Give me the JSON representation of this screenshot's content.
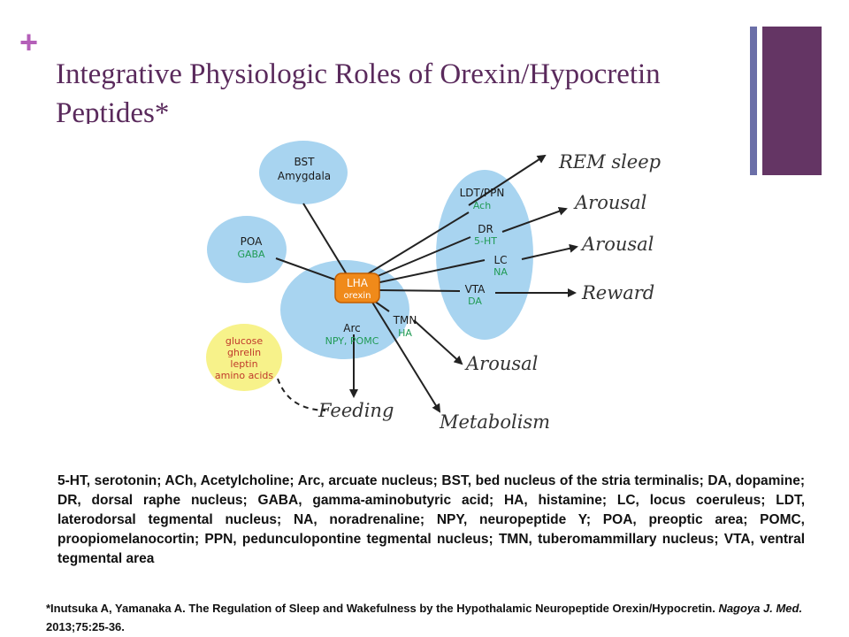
{
  "slide": {
    "plus_symbol": "+",
    "title": "Integrative Physiologic Roles of Orexin/Hypocretin Peptides*"
  },
  "diagram": {
    "center": {
      "name": "LHA",
      "sub": "orexin"
    },
    "bst": {
      "line1": "BST",
      "line2": "Amygdala"
    },
    "poa": {
      "name": "POA",
      "sub": "GABA"
    },
    "arc": {
      "name": "Arc",
      "sub": "NPY, POMC"
    },
    "tmn": {
      "name": "TMN",
      "sub": "HA"
    },
    "ldt": {
      "name": "LDT/PPN",
      "sub": "Ach"
    },
    "dr": {
      "name": "DR",
      "sub": "5-HT"
    },
    "lc": {
      "name": "LC",
      "sub": "NA"
    },
    "vta": {
      "name": "VTA",
      "sub": "DA"
    },
    "signals": [
      "glucose",
      "ghrelin",
      "leptin",
      "amino acids"
    ],
    "outcomes": {
      "rem": "REM sleep",
      "arousal_dr": "Arousal",
      "arousal_lc": "Arousal",
      "reward": "Reward",
      "arousal_tmn": "Arousal",
      "metabolism": "Metabolism",
      "feeding": "Feeding"
    }
  },
  "abbreviations": "5-HT, serotonin; ACh, Acetylcholine; Arc, arcuate nucleus; BST, bed nucleus of the stria terminalis; DA, dopamine; DR, dorsal raphe nucleus; GABA, gamma-aminobutyric acid; HA, histamine; LC, locus coeruleus; LDT, laterodorsal tegmental nucleus; NA, noradrenaline; NPY, neuropeptide Y; POA, preoptic area; POMC, proopiomelanocortin; PPN, pedunculopontine tegmental nucleus; TMN, tuberomammillary nucleus; VTA, ventral tegmental area",
  "citation": {
    "prefix": "*Inutsuka A, Yamanaka A. The Regulation of Sleep and Wakefulness by the Hypothalamic Neuropeptide Orexin/Hypocretin. ",
    "journal": "Nagoya J. Med.",
    "suffix": " 2013;75:25-36."
  },
  "colors": {
    "accent_plus": "#b45fb8",
    "title": "#5a2a5c",
    "bar_thin": "#6b6fa8",
    "bar_thick": "#643564",
    "region_fill": "#a8d4f0",
    "center_fill": "#f08a1a",
    "center_stroke": "#c45e00",
    "signal_fill": "#f7f28a",
    "sub_label": "#1f9a54",
    "line": "#222222"
  }
}
